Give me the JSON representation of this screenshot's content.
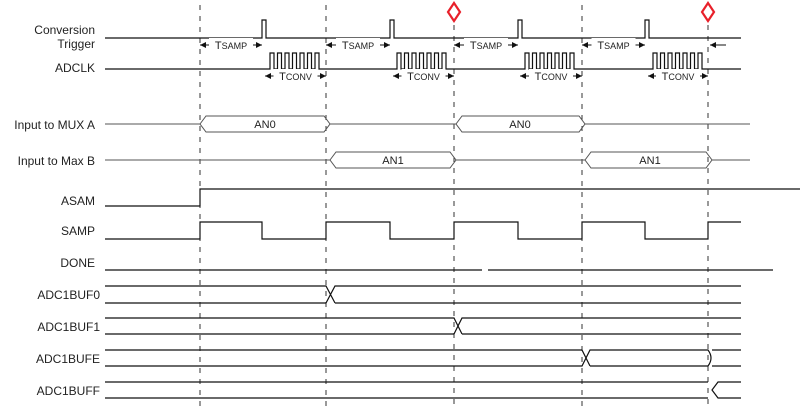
{
  "signals": {
    "conversion": "Conversion",
    "trigger": "Trigger",
    "adclk": "ADCLK",
    "mux_a": "Input to MUX A",
    "max_b": "Input to Max B",
    "asam": "ASAM",
    "samp": "SAMP",
    "done": "DONE",
    "buf0": "ADC1BUF0",
    "buf1": "ADC1BUF1",
    "bufe": "ADC1BUFE",
    "buff": "ADC1BUFF"
  },
  "annotations": {
    "tsamp": {
      "t": "T",
      "sub": "SAMP"
    },
    "tconv": {
      "t": "T",
      "sub": "CONV"
    }
  },
  "bus_values": {
    "mux_a": [
      "AN0",
      "AN0"
    ],
    "max_b": [
      "AN1",
      "AN1"
    ]
  },
  "colors": {
    "marker": "#e8202a"
  }
}
